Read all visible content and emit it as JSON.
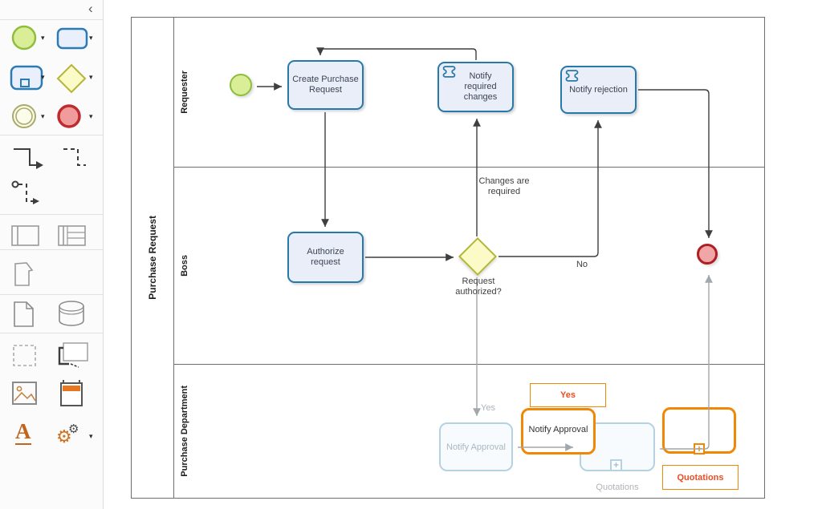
{
  "icons": {
    "collapse_glyph": "‹",
    "dropdown_glyph": "▾",
    "gear_glyph": "⚙",
    "plus_glyph": "+",
    "text_tool_glyph": "A"
  },
  "pool": {
    "title": "Purchase Request"
  },
  "lanes": [
    {
      "label": "Requester"
    },
    {
      "label": "Boss"
    },
    {
      "label": "Purchase Department"
    }
  ],
  "nodes": {
    "create_purchase_request": "Create Purchase\nRequest",
    "notify_required_changes": "Notify\nrequired\nchanges",
    "notify_rejection": "Notify rejection",
    "authorize_request": "Authorize\nrequest",
    "gateway_question": "Request\nauthorized?"
  },
  "edge_labels": {
    "changes_required": "Changes are\nrequired",
    "no": "No",
    "yes": "Yes"
  },
  "faded": {
    "notify_approval": "Notify Approval",
    "quotations": "Quotations"
  },
  "preview": {
    "yes": "Yes",
    "notify_approval": "Notify Approval",
    "quotations": "Quotations"
  },
  "colors": {
    "task_fill": "#EAEEF9",
    "task_stroke": "#2679A8",
    "start_fill": "#D9EE96",
    "start_stroke": "#8FBE3F",
    "gateway_fill": "#FBFBC8",
    "gateway_stroke": "#B5B53A",
    "end_fill": "#F0A6A6",
    "end_stroke": "#AE1E24",
    "preview_orange": "#F08705",
    "preview_text_orange": "#F04B22"
  }
}
